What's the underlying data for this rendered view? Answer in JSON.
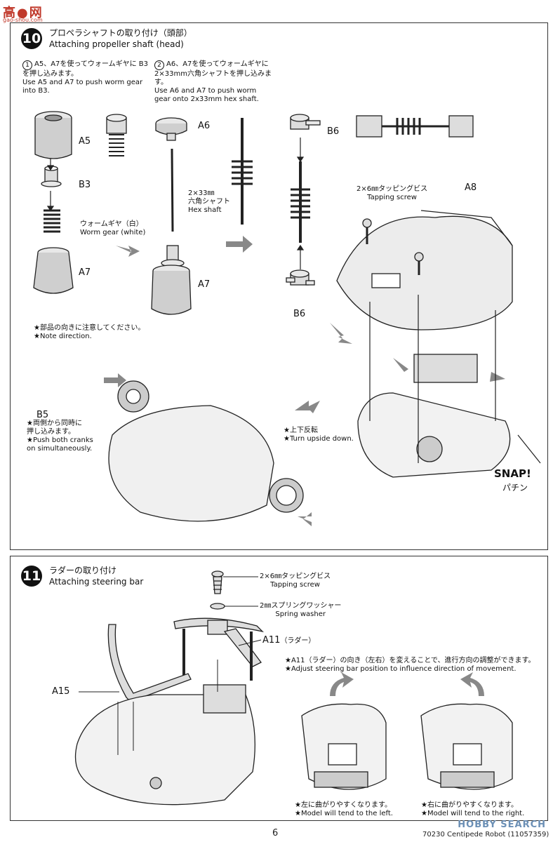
{
  "logo": {
    "main": "高●网",
    "sub": "gao-shou.com"
  },
  "step10": {
    "number": "10",
    "title_jp": "プロペラシャフトの取り付け（頭部）",
    "title_en": "Attaching propeller shaft (head)",
    "sub1": {
      "num": "1",
      "jp": "A5、A7を使ってウォームギヤに B3を押し込みます。",
      "en": "Use A5 and A7 to push worm gear into B3."
    },
    "sub2": {
      "num": "2",
      "jp": "A6、A7を使ってウォームギヤに 2×33mm六角シャフトを押し込みます。",
      "en": "Use A6 and A7 to push worm gear onto 2x33mm hex shaft."
    },
    "labels": {
      "a5": "A5",
      "b3": "B3",
      "a7_left": "A7",
      "a6": "A6",
      "a7_mid": "A7",
      "b6_top": "B6",
      "b6_bottom": "B6",
      "a8": "A8",
      "b5": "B5"
    },
    "worm_gear_jp": "ウォームギヤ（白）",
    "worm_gear_en": "Worm gear (white)",
    "hex_shaft_1": "2×33㎜",
    "hex_shaft_2": "六角シャフト",
    "hex_shaft_3": "Hex shaft",
    "tapping_jp": "2×6㎜タッピングビス",
    "tapping_en": "Tapping screw",
    "note_jp": "★部品の向きに注意してください。",
    "note_en": "★Note direction.",
    "b5_note_jp1": "★両側から同時に",
    "b5_note_jp2": "押し込みます。",
    "b5_note_en1": "★Push both cranks",
    "b5_note_en2": "on simultaneously.",
    "upside_jp": "★上下反転",
    "upside_en": "★Turn upside down.",
    "snap_en": "SNAP!",
    "snap_jp": "パチン"
  },
  "step11": {
    "number": "11",
    "title_jp": "ラダーの取り付け",
    "title_en": "Attaching steering bar",
    "tapping_jp": "2×6㎜タッピングビス",
    "tapping_en": "Tapping screw",
    "washer_jp": "2㎜スプリングワッシャー",
    "washer_en": "Spring washer",
    "a11": "A11",
    "a11_jp": "（ラダー）",
    "a15": "A15",
    "adjust_jp": "★A11（ラダー）の向き（左右）を変えることで、進行方向の調整ができます。",
    "adjust_en": "★Adjust steering bar position to influence direction of movement.",
    "left_jp": "★左に曲がりやすくなります。",
    "left_en": "★Model will tend to the left.",
    "right_jp": "★右に曲がりやすくなります。",
    "right_en": "★Model will tend to the right."
  },
  "footer": {
    "page_number": "6",
    "code": "70230  Centipede Robot (11057359)",
    "watermark": "HOBBY SEARCH"
  }
}
